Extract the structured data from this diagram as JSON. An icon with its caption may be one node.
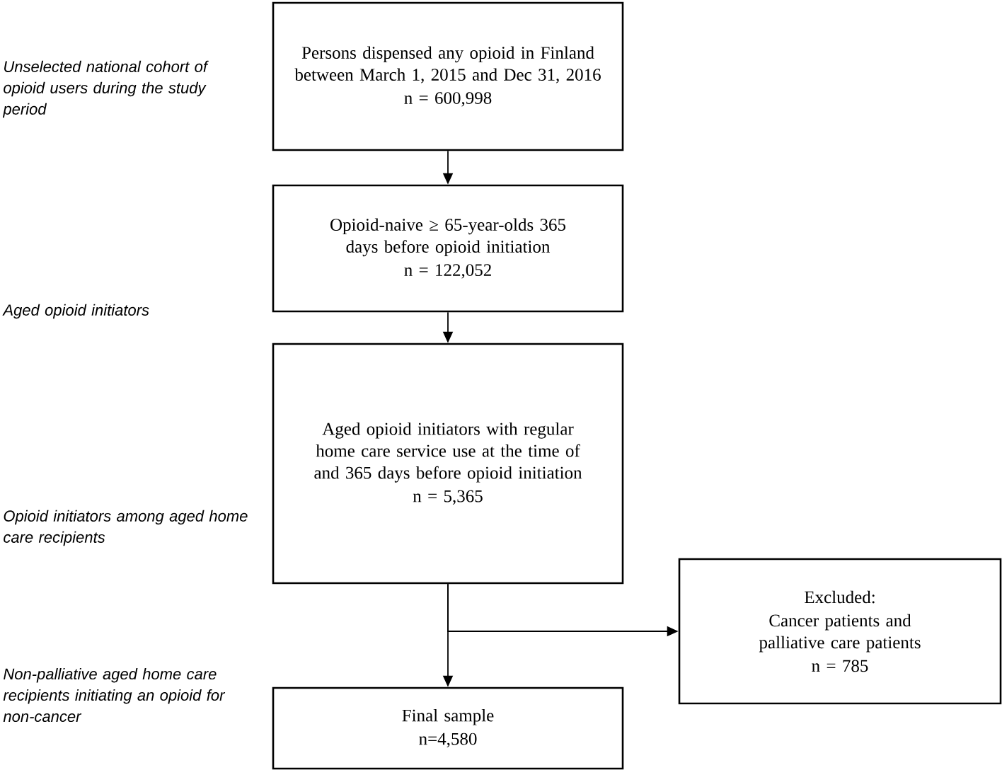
{
  "diagram": {
    "nodes": [
      {
        "text": [
          "Persons dispensed any opioid in Finland between March 1, 2015 and Dec 31, 2016",
          "n = 600,998"
        ]
      },
      {
        "text": [
          "Opioid-naive ≥ 65-year-olds 365 days before opioid initiation",
          "n = 122,052"
        ]
      },
      {
        "text": [
          "Aged opioid initiators with regular home care service use at the time of and 365 days before opioid initiation",
          "n = 5,365"
        ]
      },
      {
        "text": [
          "Excluded:",
          "Cancer patients and palliative care patients",
          "n = 785"
        ]
      },
      {
        "text": [
          "Final sample",
          "n=4,580"
        ]
      }
    ],
    "edges": [
      {
        "from": 0,
        "to": 1,
        "arrow": "to"
      },
      {
        "from": 1,
        "to": 2,
        "arrow": "to"
      },
      {
        "from": 2,
        "to": 4,
        "arrow": "to"
      },
      {
        "from": 2,
        "to": 3,
        "arrow": "to"
      }
    ],
    "labels": [
      "Unselected national cohort of opioid users during the study period",
      "Aged opioid initiators",
      "Opioid initiators among aged home care recipients",
      "Non-palliative aged home care recipients initiating an opioid for non-cancer"
    ]
  }
}
